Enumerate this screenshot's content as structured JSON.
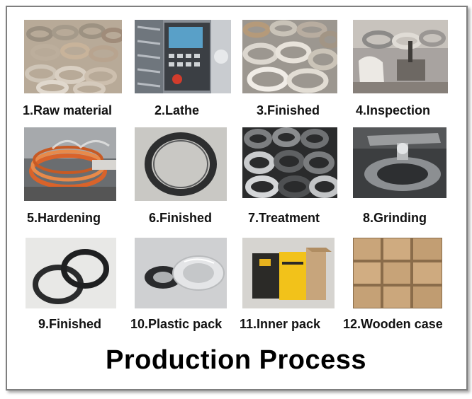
{
  "page_title": "Production Process",
  "steps": [
    {
      "label": "1.Raw material",
      "image": "raw-material-rings"
    },
    {
      "label": "2.Lathe",
      "image": "cnc-lathe"
    },
    {
      "label": "3.Finished",
      "image": "machined-rings"
    },
    {
      "label": "4.Inspection",
      "image": "ring-inspection"
    },
    {
      "label": "5.Hardening",
      "image": "induction-hardening"
    },
    {
      "label": "6.Finished",
      "image": "black-ring"
    },
    {
      "label": "7.Treatment",
      "image": "treated-rings"
    },
    {
      "label": "8.Grinding",
      "image": "grinding-machine"
    },
    {
      "label": "9.Finished",
      "image": "seal-pair"
    },
    {
      "label": "10.Plastic pack",
      "image": "plastic-packed-seals"
    },
    {
      "label": "11.Inner pack",
      "image": "inner-boxes"
    },
    {
      "label": "12.Wooden case",
      "image": "stacked-cartons"
    }
  ]
}
